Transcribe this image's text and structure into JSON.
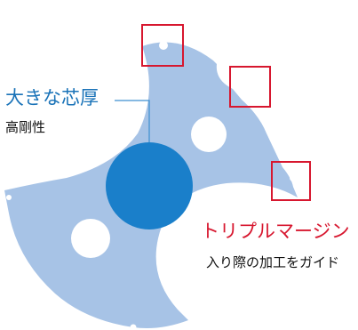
{
  "labels": {
    "core_title": "大きな芯厚",
    "core_subtitle": "高剛性",
    "margin_title": "トリプルマージン",
    "margin_subtitle": "入り際の加工をガイド"
  },
  "colors": {
    "tool_body": "#a7c3e6",
    "core": "#1a7fca",
    "core_label": "#1a73b8",
    "margin_box": "#d7172f",
    "margin_label": "#d7172f",
    "coolant_hole": "#ffffff",
    "leader_line": "#3d8fd0"
  }
}
